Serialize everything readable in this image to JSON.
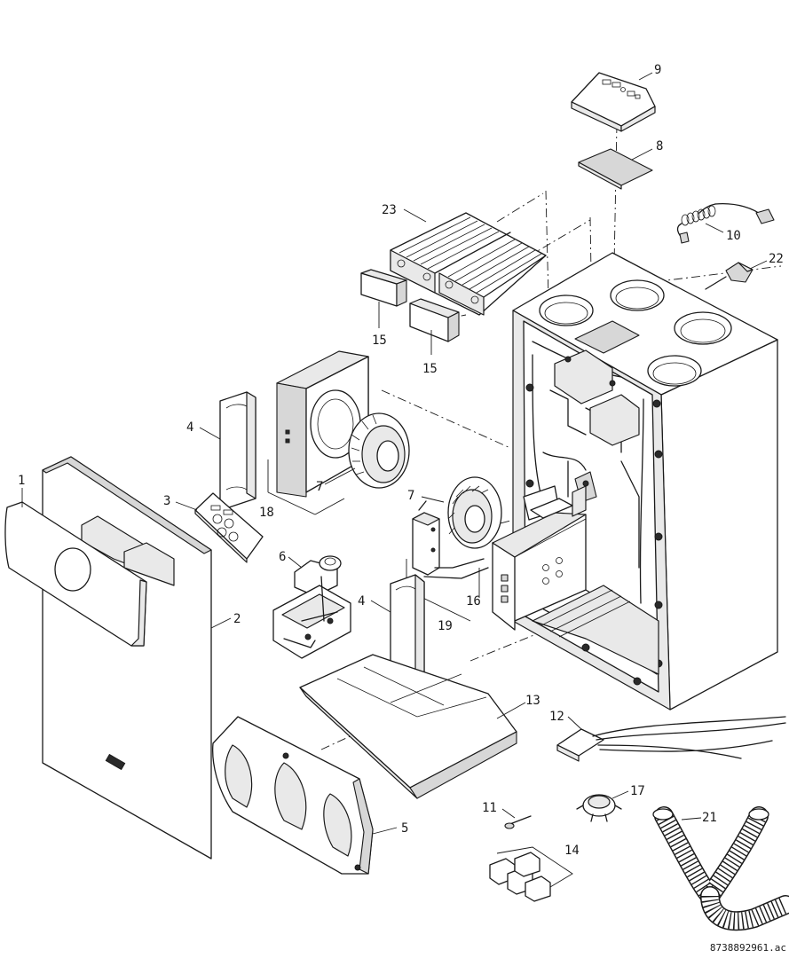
{
  "labels": {
    "p1": "1",
    "p2": "2",
    "p3": "3",
    "p4a": "4",
    "p4b": "4",
    "p5": "5",
    "p6": "6",
    "p7a": "7",
    "p7b": "7",
    "p8": "8",
    "p9": "9",
    "p10": "10",
    "p11": "11",
    "p12": "12",
    "p13": "13",
    "p14": "14",
    "p15a": "15",
    "p15b": "15",
    "p16": "16",
    "p17": "17",
    "p18": "18",
    "p19": "19",
    "p21": "21",
    "p22": "22",
    "p23": "23"
  },
  "drawing_ref": "8738892961.ac"
}
